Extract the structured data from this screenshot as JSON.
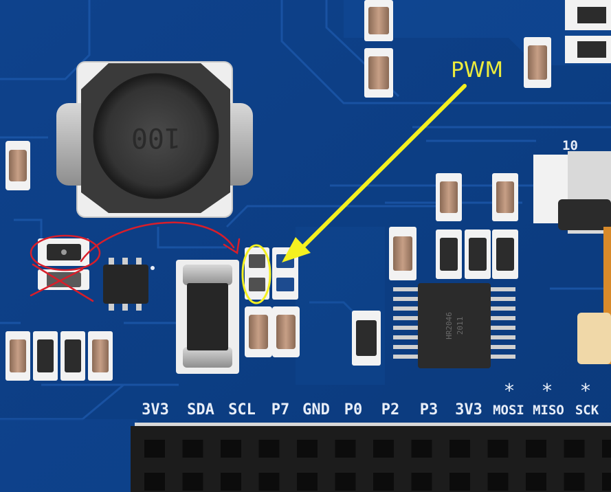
{
  "annotation": {
    "label": "PWM",
    "arrow_color": "#f4f020",
    "circle_color": "#f4f020",
    "mark_color": "#d81e2a"
  },
  "inductor": {
    "marking": "100"
  },
  "board": {
    "color": "#0d3f86"
  },
  "chips": {
    "driver_marking": "HR2046",
    "driver_marking_2": "2011"
  },
  "silkscreen": {
    "pins": [
      "3V3",
      "SDA",
      "SCL",
      "P7",
      "GND",
      "P0",
      "P2",
      "P3",
      "3V3",
      "MOSI",
      "MISO",
      "SCK"
    ],
    "star_marks": [
      "*",
      "*",
      "*"
    ],
    "connector_label": "10"
  }
}
